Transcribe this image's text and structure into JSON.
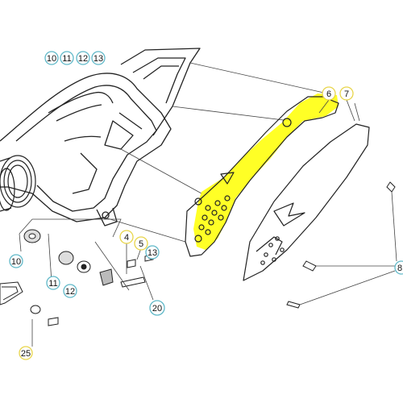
{
  "diagram": {
    "colors": {
      "line": "#222222",
      "thin_line": "#555555",
      "highlight": "#ffff00",
      "callout_blue": "#5fb8c8",
      "callout_yellow": "#e8d54a",
      "background": "#ffffff"
    },
    "callouts": [
      {
        "id": "c10a",
        "label": "10",
        "style": "blue"
      },
      {
        "id": "c11a",
        "label": "11",
        "style": "blue"
      },
      {
        "id": "c12a",
        "label": "12",
        "style": "blue"
      },
      {
        "id": "c13a",
        "label": "13",
        "style": "blue"
      },
      {
        "id": "c6",
        "label": "6",
        "style": "yellow"
      },
      {
        "id": "c7",
        "label": "7",
        "style": "yellow"
      },
      {
        "id": "c8",
        "label": "8",
        "style": "blue"
      },
      {
        "id": "c4",
        "label": "4",
        "style": "yellow"
      },
      {
        "id": "c5",
        "label": "5",
        "style": "yellow"
      },
      {
        "id": "c13b",
        "label": "13",
        "style": "blue"
      },
      {
        "id": "c10b",
        "label": "10",
        "style": "blue"
      },
      {
        "id": "c11b",
        "label": "11",
        "style": "blue"
      },
      {
        "id": "c12b",
        "label": "12",
        "style": "blue"
      },
      {
        "id": "c20",
        "label": "20",
        "style": "blue"
      },
      {
        "id": "c25",
        "label": "25",
        "style": "yellow"
      }
    ]
  }
}
